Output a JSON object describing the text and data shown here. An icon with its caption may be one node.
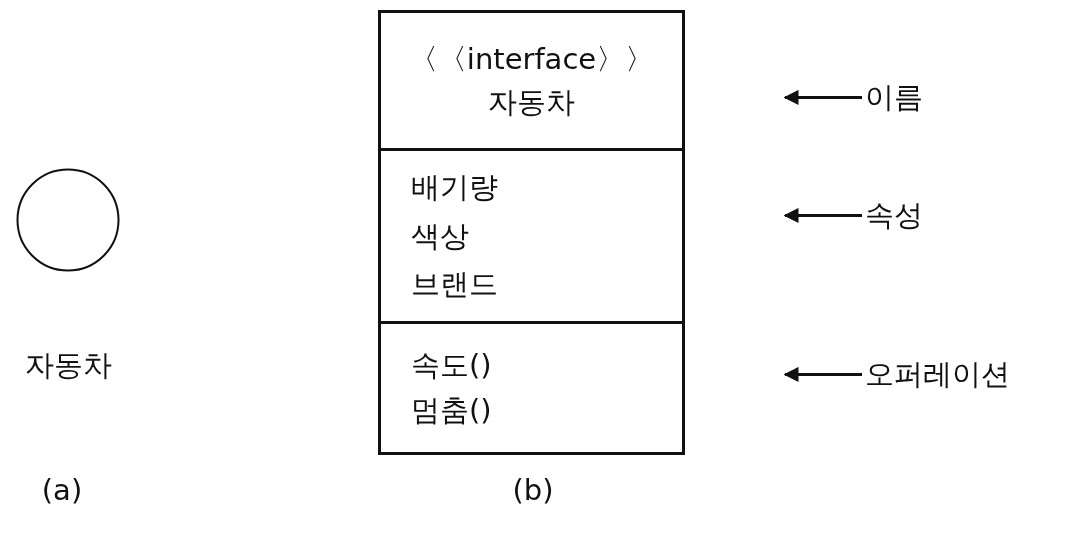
{
  "diagram": {
    "nodes": [
      {
        "text": [],
        "shape": "circle",
        "beside": [
          "자동차"
        ]
      },
      {
        "text": [],
        "shape": "box"
      },
      {
        "text": [
          "〈〈interface〉〉",
          "자동차"
        ],
        "in": 1
      },
      {
        "text": [
          "배기량",
          "색상",
          "브랜드"
        ],
        "in": 1
      },
      {
        "text": [
          "속도()",
          "멈춤()"
        ],
        "in": 1
      },
      {
        "text": [
          "이름"
        ]
      },
      {
        "text": [
          "속성"
        ]
      },
      {
        "text": [
          "오퍼레이션"
        ]
      }
    ],
    "edges": [
      {
        "from": 5,
        "to": null,
        "arrow": "to"
      },
      {
        "from": 6,
        "to": null,
        "arrow": "to"
      },
      {
        "from": 7,
        "to": null,
        "arrow": "to"
      }
    ],
    "labels": [
      "(a)",
      "(b)"
    ]
  }
}
